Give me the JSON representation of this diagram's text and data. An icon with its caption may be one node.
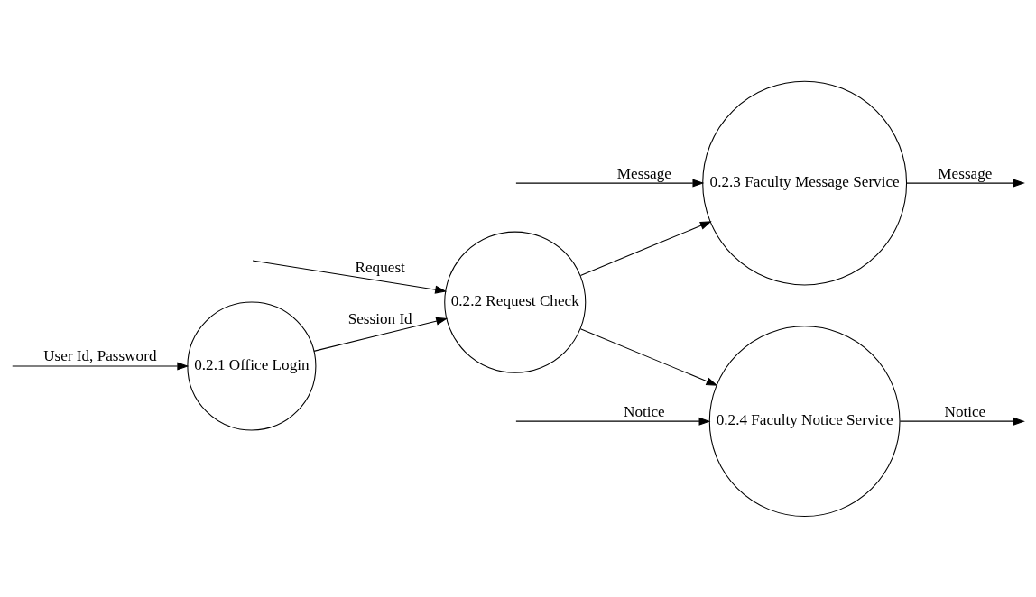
{
  "diagram": {
    "nodes": [
      {
        "text": [
          "0.2.1 Office Login"
        ]
      },
      {
        "text": [
          "0.2.2 Request Check"
        ]
      },
      {
        "text": [
          "0.2.3 Faculty Message Service"
        ]
      },
      {
        "text": [
          "0.2.4 Faculty Notice Service"
        ]
      }
    ],
    "edges": [
      {
        "from": null,
        "to": 0,
        "arrow": "to",
        "label": "User Id, Password"
      },
      {
        "from": 0,
        "to": 1,
        "arrow": "to",
        "label": "Session Id"
      },
      {
        "from": null,
        "to": 1,
        "arrow": "to",
        "label": "Request"
      },
      {
        "from": 1,
        "to": 2,
        "arrow": "to"
      },
      {
        "from": 1,
        "to": 3,
        "arrow": "to"
      },
      {
        "from": null,
        "to": 2,
        "arrow": "to",
        "label": "Message"
      },
      {
        "from": 2,
        "to": null,
        "arrow": "to",
        "label": "Message"
      },
      {
        "from": null,
        "to": 3,
        "arrow": "to",
        "label": "Notice"
      },
      {
        "from": 3,
        "to": null,
        "arrow": "to",
        "label": "Notice"
      }
    ]
  }
}
